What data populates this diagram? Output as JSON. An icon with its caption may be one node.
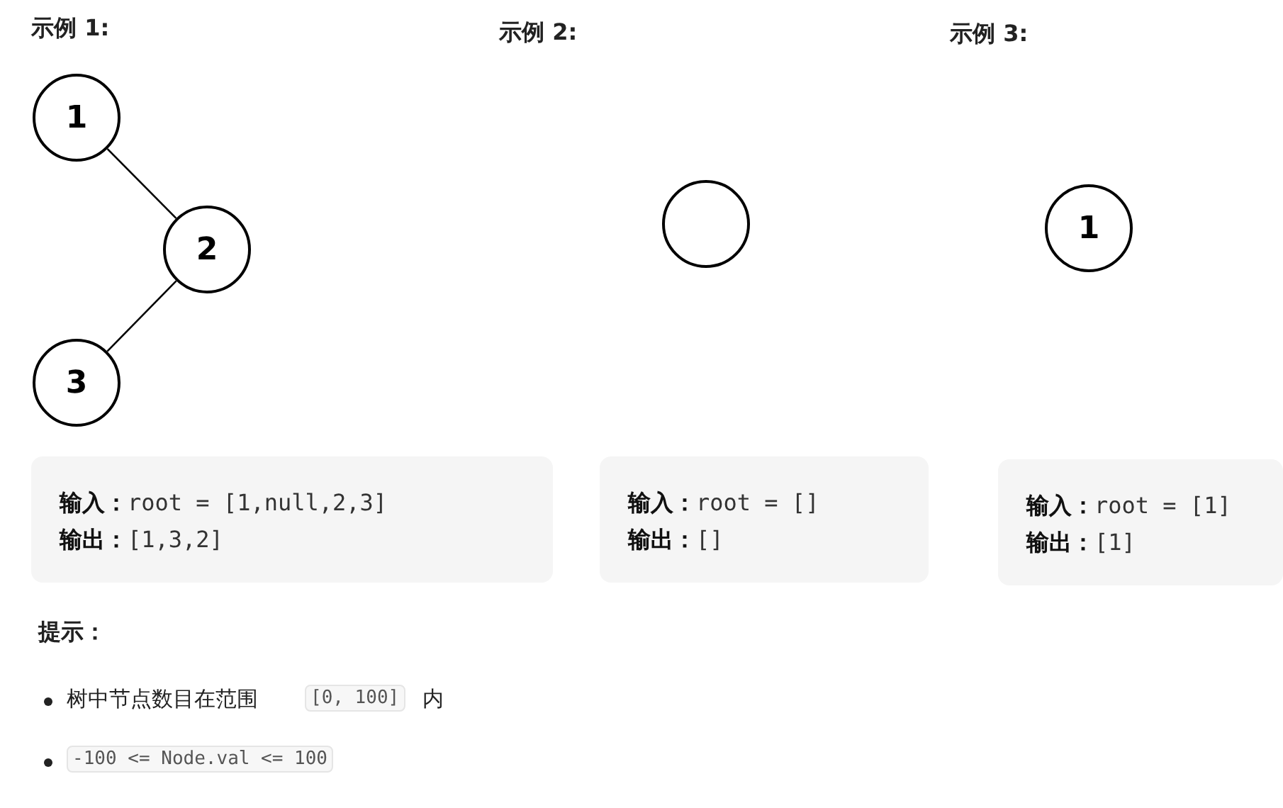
{
  "diagram": {
    "nodes": [
      {
        "text": [
          "1"
        ]
      },
      {
        "text": [
          "2"
        ]
      },
      {
        "text": [
          "3"
        ]
      },
      {
        "text": [],
        "shape": "circle"
      },
      {
        "text": [
          "1"
        ]
      },
      {
        "text": [
          "**输入：**root = [1,null,2,3]",
          "**输出：**[1,3,2]"
        ]
      },
      {
        "text": [
          "**输入：**root = []",
          "**输出：**[]"
        ]
      },
      {
        "text": [
          "**输入：**root = [1]",
          "**输出：**[1]"
        ]
      }
    ],
    "edges": [
      {
        "from": 0,
        "to": 1,
        "arrow": "none"
      },
      {
        "from": 1,
        "to": 2,
        "arrow": "none"
      }
    ],
    "labels": [
      "示例 1:",
      "示例 2:",
      "示例 3:",
      "提示：",
      "树中节点数目在范围",
      "[0, 100]",
      "内",
      "-100 <= Node.val <= 100"
    ]
  }
}
